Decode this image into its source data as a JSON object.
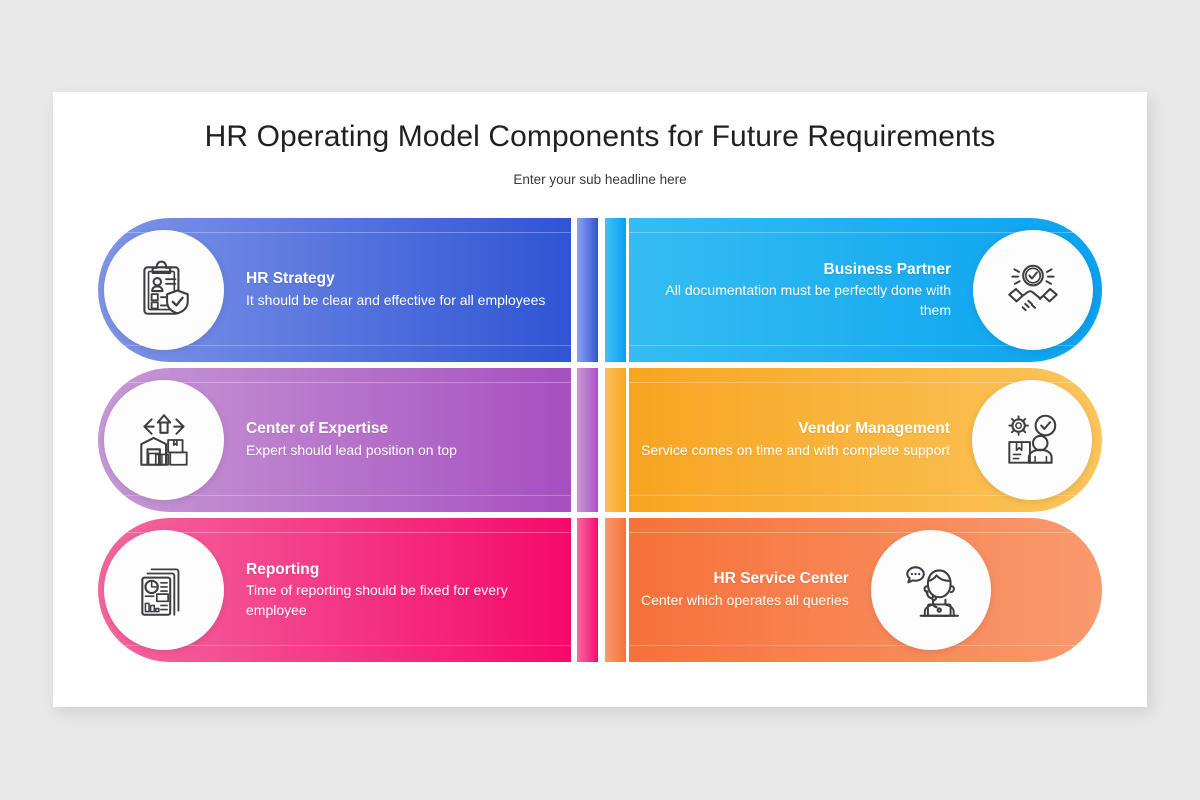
{
  "slide": {
    "background_color": "#e8e8e8",
    "canvas_color": "#ffffff",
    "title": "HR Operating Model Components for Future Requirements",
    "subtitle": "Enter your sub headline here",
    "title_color": "#231f20",
    "subtitle_color": "#3a3a3a"
  },
  "rows": [
    {
      "left": {
        "title": "HR Strategy",
        "desc": "It should be clear and effective for all employees",
        "icon": "clipboard-shield-icon",
        "color_from": "#7f95e8",
        "color_to": "#2f55d4",
        "strip_color_from": "#8ea3ee",
        "strip_color_to": "#3256d6"
      },
      "right": {
        "title": "Business Partner",
        "desc": "All documentation must be perfectly done with them",
        "icon": "handshake-check-icon",
        "color_from": "#35bdf2",
        "color_to": "#0aa2f0",
        "strip_color_from": "#3fc3f5",
        "strip_color_to": "#0c9ef0"
      }
    },
    {
      "left": {
        "title": "Center of Expertise",
        "desc": "Expert should lead position on top",
        "icon": "warehouse-arrows-icon",
        "color_from": "#c79ad6",
        "color_to": "#a74fc0",
        "strip_color_from": "#c99ad8",
        "strip_color_to": "#ab52c3"
      },
      "right": {
        "title": "Vendor Management",
        "desc": "Service comes on time and with complete support",
        "icon": "gear-person-box-icon",
        "color_from": "#f7a521",
        "color_to": "#fbc55c",
        "strip_color_from": "#fbc158",
        "strip_color_to": "#f8a722"
      }
    },
    {
      "left": {
        "title": "Reporting",
        "desc": "Time of reporting should be fixed for every employee",
        "icon": "report-documents-icon",
        "color_from": "#f4679f",
        "color_to": "#f50a6b",
        "strip_color_from": "#f56ba3",
        "strip_color_to": "#f50d6d"
      },
      "right": {
        "title": "HR Service Center",
        "desc": "Center which operates all queries",
        "icon": "support-agent-icon",
        "color_from": "#f7713a",
        "color_to": "#f99a6e",
        "strip_color_from": "#f99a6e",
        "strip_color_to": "#f7713a"
      }
    }
  ]
}
